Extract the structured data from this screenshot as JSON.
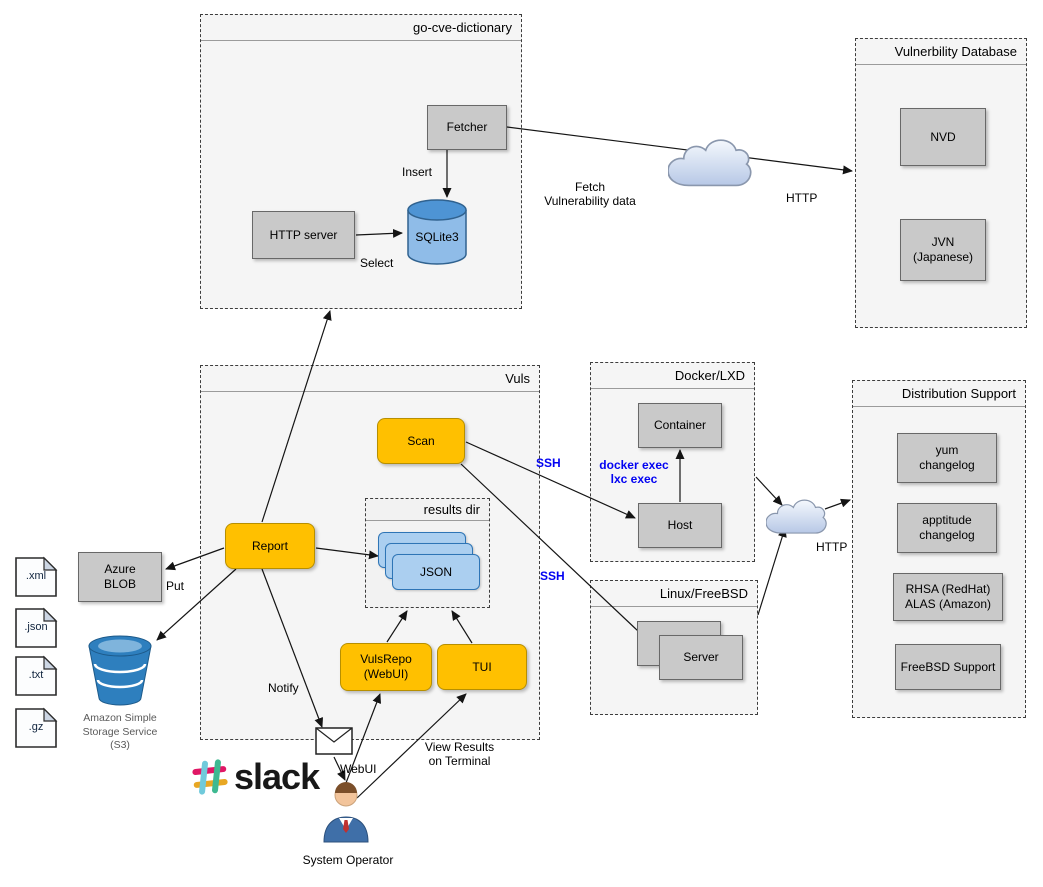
{
  "containers": {
    "go_cve": {
      "title": "go-cve-dictionary"
    },
    "vuln_db": {
      "title": "Vulnerbility Database"
    },
    "vuls": {
      "title": "Vuls"
    },
    "results_dir": {
      "title": "results dir"
    },
    "docker_lxd": {
      "title": "Docker/LXD"
    },
    "linux_freebsd": {
      "title": "Linux/FreeBSD"
    },
    "dist_support": {
      "title": "Distribution Support"
    }
  },
  "nodes": {
    "fetcher": {
      "label": "Fetcher"
    },
    "http_server": {
      "label": "HTTP server"
    },
    "sqlite": {
      "label": "SQLite3"
    },
    "nvd": {
      "label": "NVD"
    },
    "jvn": {
      "label": "JVN\n(Japanese)"
    },
    "scan": {
      "label": "Scan"
    },
    "report": {
      "label": "Report"
    },
    "json": {
      "label": "JSON"
    },
    "vulsrepo": {
      "label": "VulsRepo\n(WebUI)"
    },
    "tui": {
      "label": "TUI"
    },
    "container": {
      "label": "Container"
    },
    "host": {
      "label": "Host"
    },
    "server": {
      "label": "Server"
    },
    "yum_changelog": {
      "label": "yum\nchangelog"
    },
    "aptitude_changelog": {
      "label": "apptitude\nchangelog"
    },
    "rhsa_alas": {
      "label": "RHSA (RedHat)\nALAS (Amazon)"
    },
    "freebsd_support": {
      "label": "FreeBSD Support"
    },
    "azure_blob": {
      "label": "Azure\nBLOB"
    }
  },
  "storage": {
    "s3_caption": "Amazon Simple\nStorage Service\n(S3)",
    "file_types": [
      ".xml",
      ".json",
      ".txt",
      ".gz"
    ]
  },
  "edge_labels": {
    "insert": "Insert",
    "select": "Select",
    "fetch_vuln": "Fetch\nVulnerability data",
    "http_top": "HTTP",
    "http_bottom": "HTTP",
    "put": "Put",
    "notify": "Notify",
    "webui": "WebUI",
    "view_results": "View Results\non Terminal",
    "ssh_docker": "SSH",
    "ssh_linux": "SSH",
    "docker_exec": "docker exec\nlxc exec"
  },
  "misc": {
    "slack_wordmark": "slack",
    "system_operator": "System Operator"
  },
  "colors": {
    "accent_yellow": "#FFC000",
    "node_gray": "#C9C9C9",
    "json_blue": "#ABCFF0",
    "ssh_blue": "#0202F2",
    "s3_blue": "#2E7FBE"
  }
}
